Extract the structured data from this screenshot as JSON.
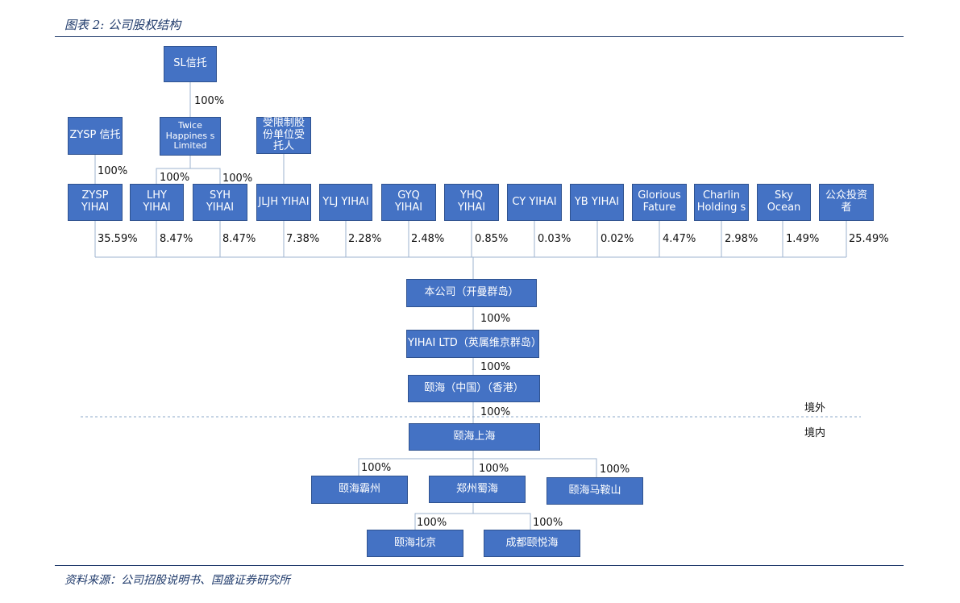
{
  "caption": "图表 2:  公司股权结构",
  "source": "资料来源：公司招股说明书、国盛证券研究所",
  "nodes": {
    "sl_trust": "SL信托",
    "twice": "Twice Happines s Limited",
    "zysp_trust": "ZYSP 信托",
    "restricted": "受限制股份单位受托人",
    "zysp_yihai": "ZYSP YIHAI",
    "lhy": "LHY YIHAI",
    "syh": "SYH YIHAI",
    "jljh": "JLJH YIHAI",
    "ylj": "YLJ YIHAI",
    "gyq": "GYQ YIHAI",
    "yhq": "YHQ YIHAI",
    "cy": "CY YIHAI",
    "yb": "YB YIHAI",
    "glorious": "Glorious Fature",
    "charlin": "Charlin Holding s",
    "sky": "Sky Ocean",
    "public": "公众投资者",
    "company": "本公司（开曼群岛）",
    "yihai_ltd": "YIHAI LTD（英属维京群岛）",
    "yihai_hk": "颐海（中国）（香港）",
    "yihai_sh": "颐海上海",
    "bazhou": "颐海霸州",
    "zhengzhou": "郑州蜀海",
    "maanshan": "颐海马鞍山",
    "beijing": "颐海北京",
    "chengdu": "成都颐悦海"
  },
  "labels": {
    "sl_twice": "100%",
    "zysp_trust_yihai": "100%",
    "twice_lhy": "100%",
    "twice_syh": "100%",
    "zysp_pct": "35.59%",
    "lhy_pct": "8.47%",
    "syh_pct": "8.47%",
    "jljh_pct": "7.38%",
    "ylj_pct": "2.28%",
    "gyq_pct": "2.48%",
    "yhq_pct": "0.85%",
    "cy_pct": "0.03%",
    "yb_pct": "0.02%",
    "glorious_pct": "4.47%",
    "charlin_pct": "2.98%",
    "sky_pct": "1.49%",
    "public_pct": "25.49%",
    "company_ltd": "100%",
    "ltd_hk": "100%",
    "hk_sh": "100%",
    "sh_bazhou": "100%",
    "sh_zhengzhou": "100%",
    "sh_maanshan": "100%",
    "zz_beijing": "100%",
    "zz_chengdu": "100%"
  },
  "regions": {
    "offshore": "境外",
    "onshore": "境内"
  },
  "colors": {
    "box_fill": "#4472c4",
    "box_border": "#2f528f",
    "line": "#8ea9c8",
    "rule": "#1f3a6b"
  }
}
